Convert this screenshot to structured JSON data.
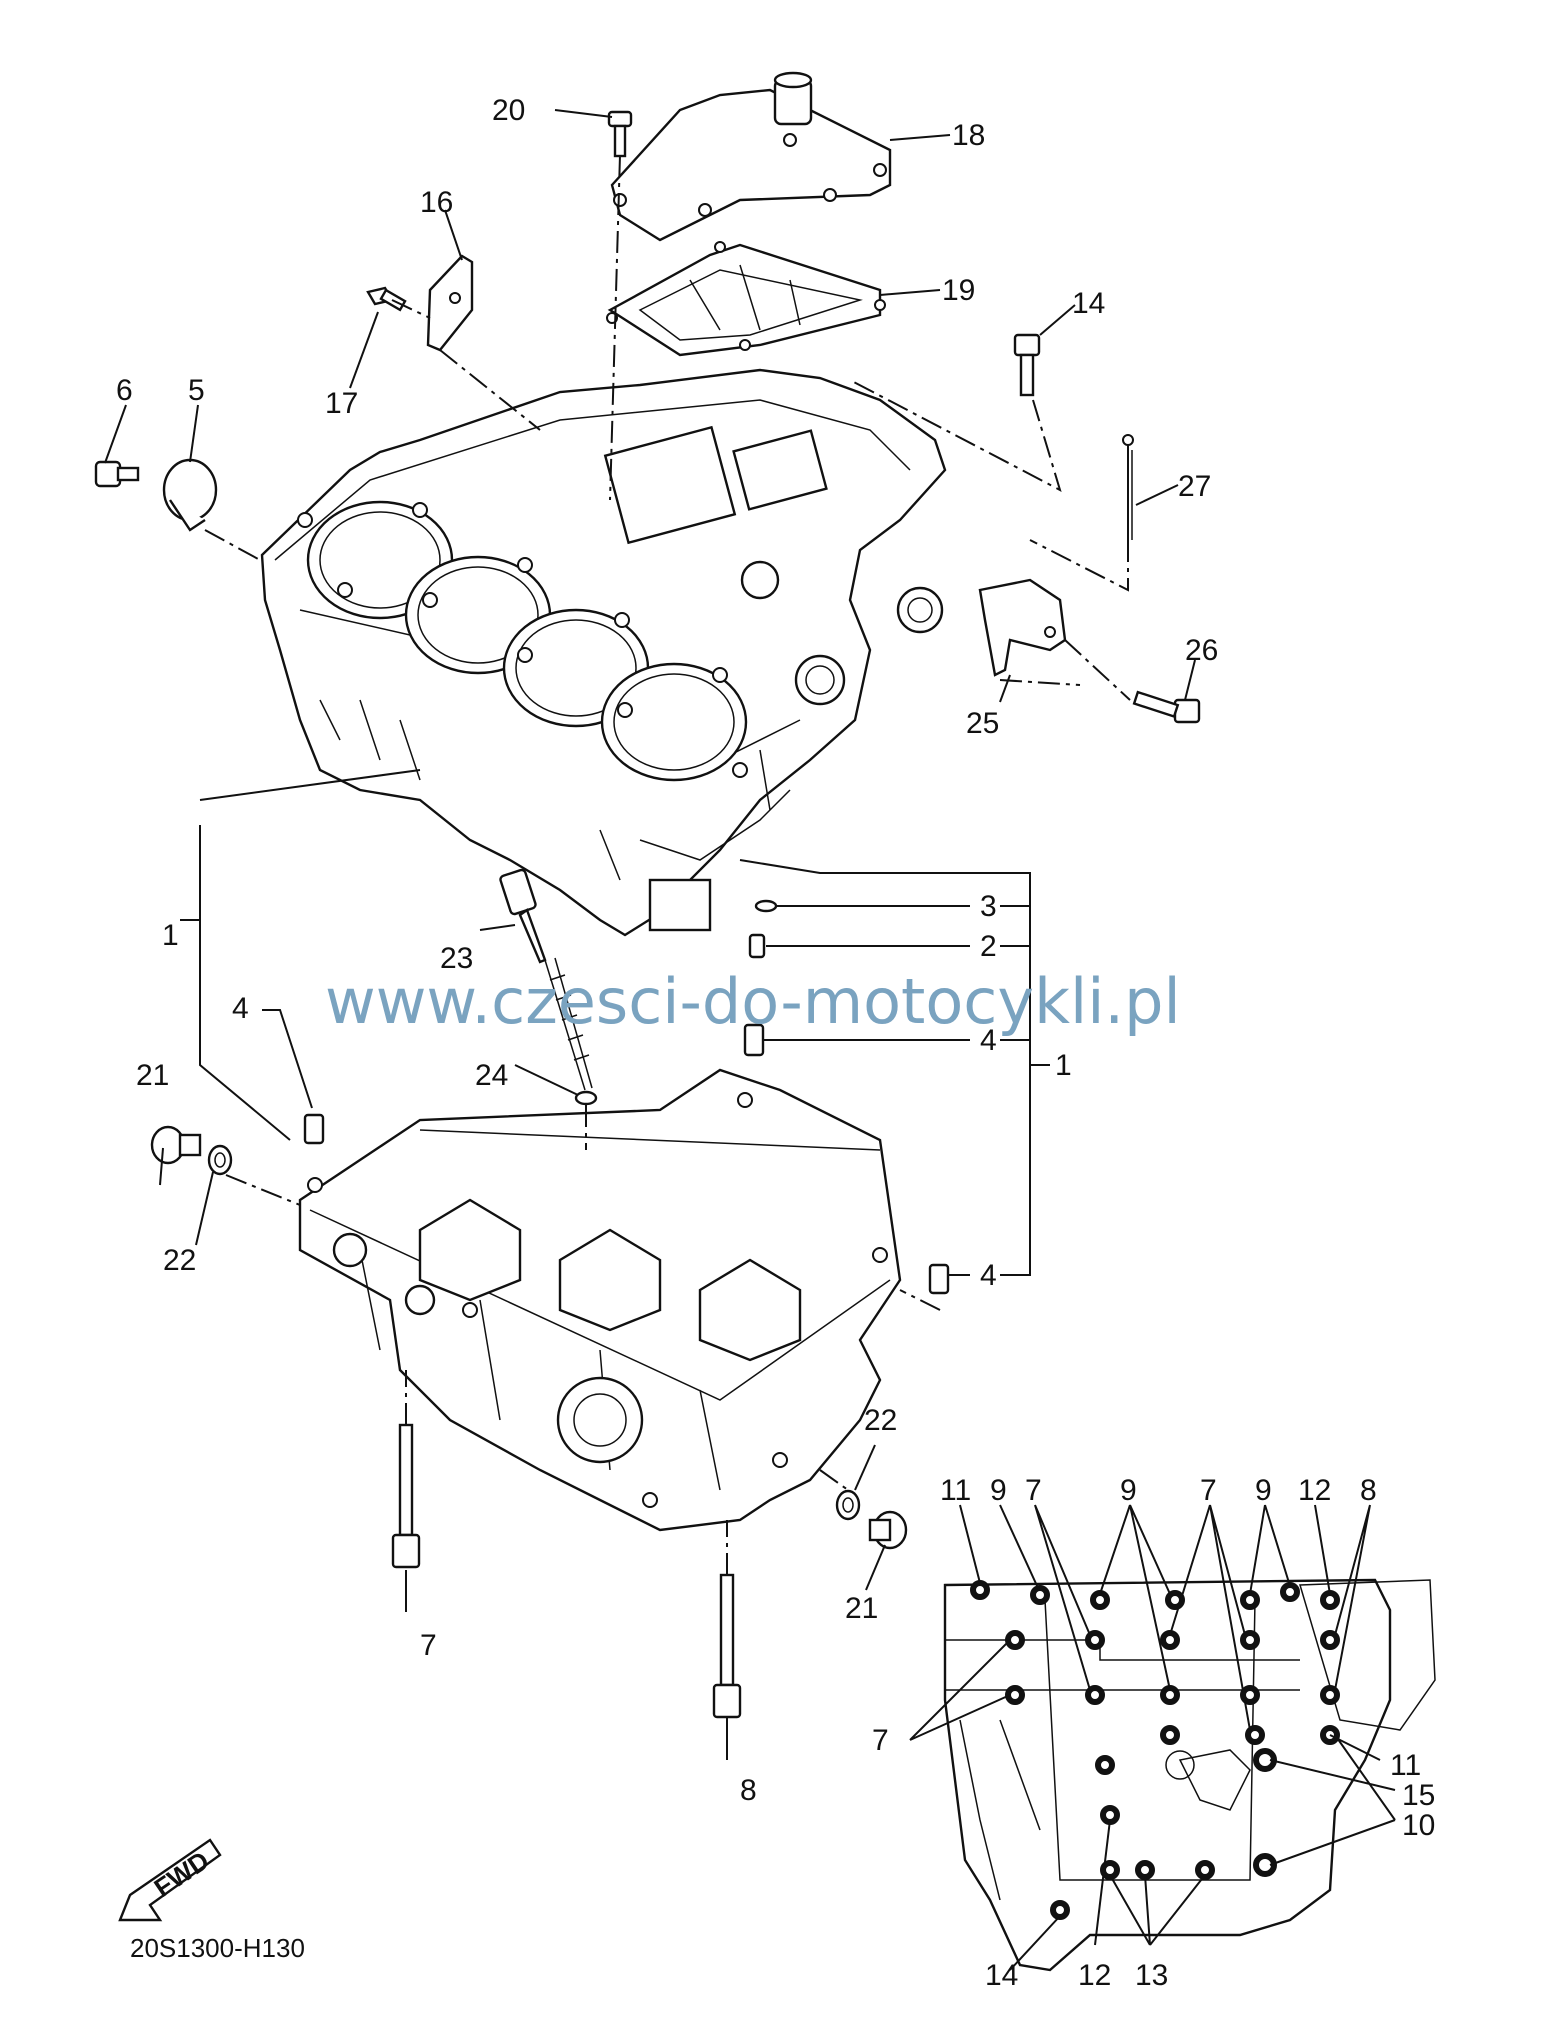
{
  "diagram": {
    "watermark": "www.czesci-do-motocykli.pl",
    "drawing_code": "20S1300-H130",
    "fwd_label": "FWD",
    "callouts": {
      "c20": "20",
      "c18": "18",
      "c16": "16",
      "c19": "19",
      "c14a": "14",
      "c17": "17",
      "c6": "6",
      "c5": "5",
      "c27": "27",
      "c26": "26",
      "c25": "25",
      "c3": "3",
      "c2": "2",
      "c1a": "1",
      "c23": "23",
      "c4a": "4",
      "c4b": "4",
      "c21a": "21",
      "c24": "24",
      "c1b": "1",
      "c22a": "22",
      "c4c": "4",
      "c22b": "22",
      "c21b": "21",
      "c7a": "7",
      "c8a": "8",
      "d11a": "11",
      "d9a": "9",
      "d7a": "7",
      "d9b": "9",
      "d7b": "7",
      "d9c": "9",
      "d12a": "12",
      "d8": "8",
      "d7c": "7",
      "d11b": "11",
      "d15": "15",
      "d10": "10",
      "d14": "14",
      "d12b": "12",
      "d13": "13"
    }
  }
}
